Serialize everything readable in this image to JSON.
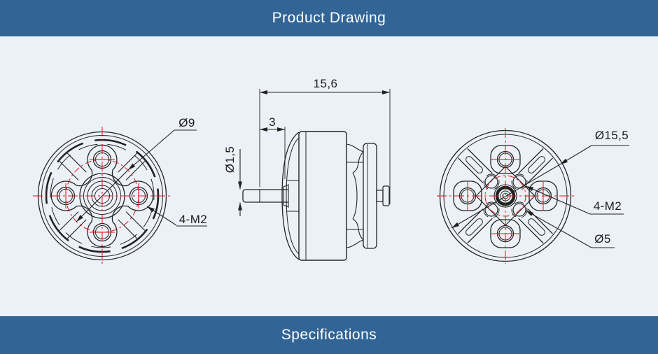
{
  "header": {
    "title": "Product Drawing"
  },
  "footer": {
    "title": "Specifications"
  },
  "drawing": {
    "front_view": {
      "label_bolt_circle": "Ø9",
      "label_mount_holes": "4-M2"
    },
    "side_view": {
      "label_total_length": "15,6",
      "label_shaft_protrusion": "3",
      "label_shaft_diameter": "Ø1,5"
    },
    "rear_view": {
      "label_outer_diameter": "Ø15,5",
      "label_mount_holes": "4-M2",
      "label_bolt_circle": "Ø5"
    }
  },
  "colors": {
    "banner_blue": "#326595",
    "canvas_background": "#ecf1f7",
    "line_color": "#222222",
    "centerline_red": "#e11414"
  }
}
